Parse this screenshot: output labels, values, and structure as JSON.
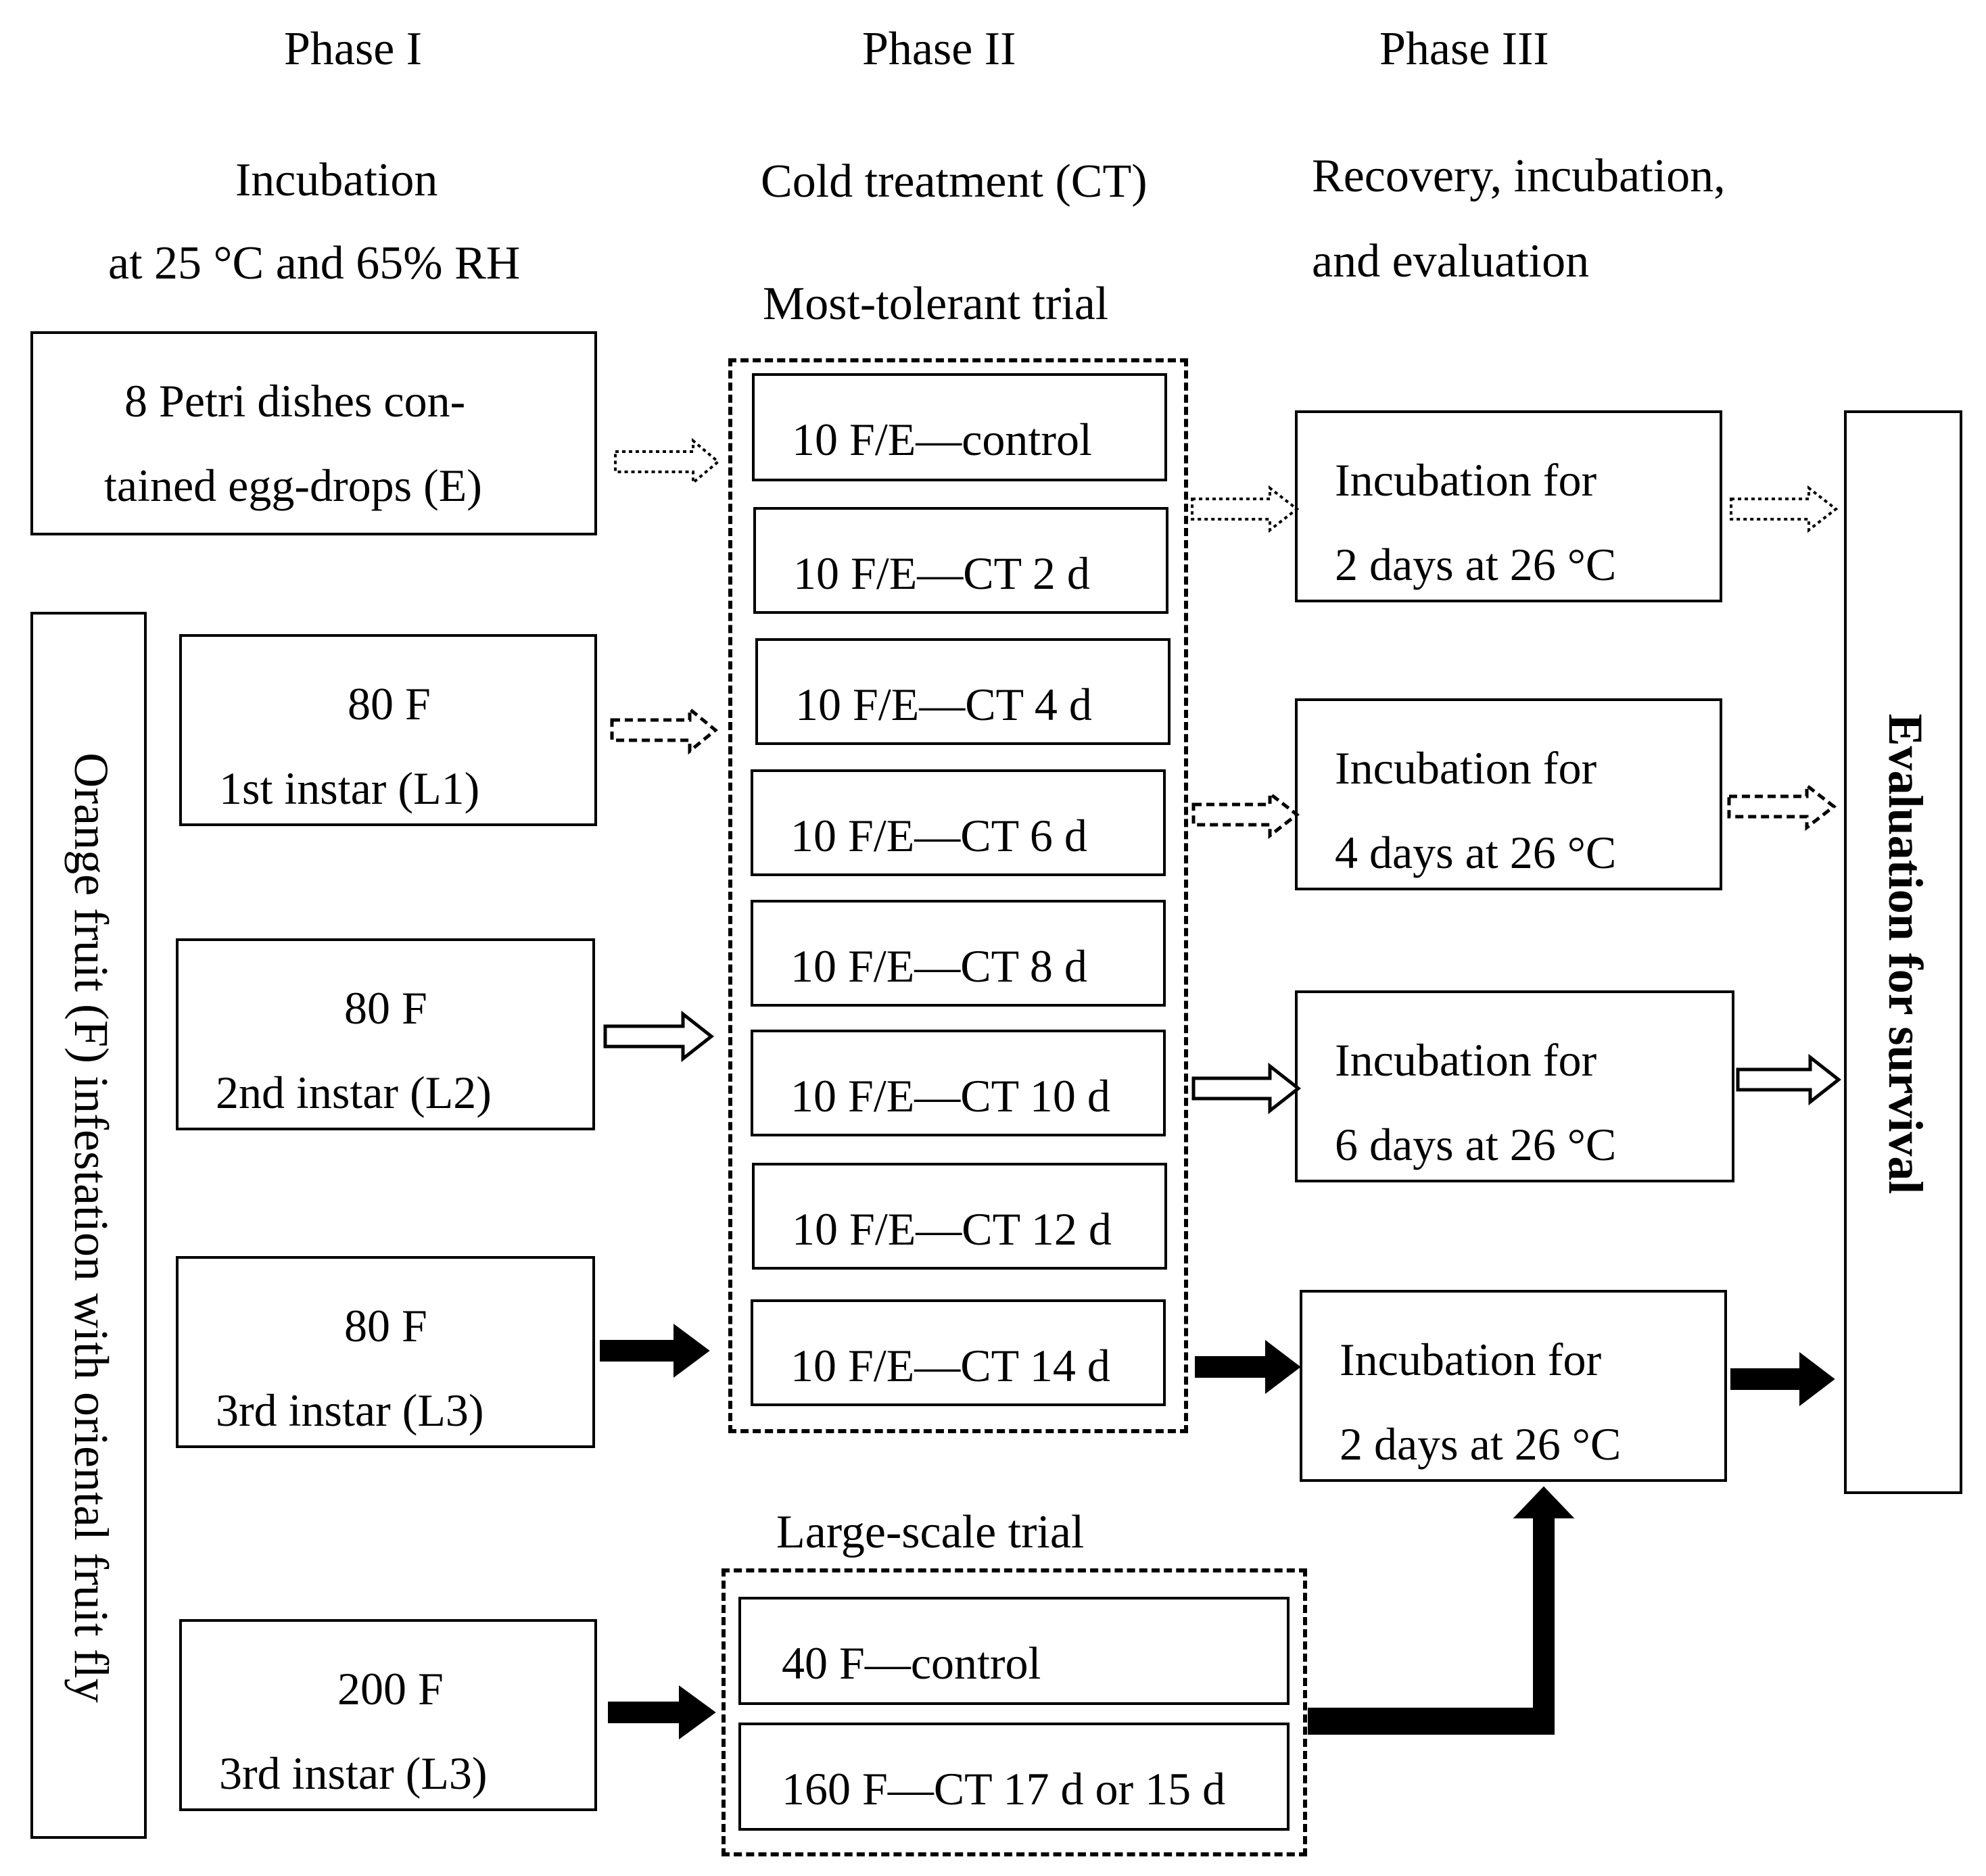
{
  "headers": {
    "phase1": "Phase I",
    "phase2": "Phase II",
    "phase3": "Phase III"
  },
  "subheaders": {
    "p1_line1": "Incubation",
    "p1_line2": "at 25 °C and 65% RH",
    "p2_line1": "Cold treatment (CT)",
    "p3_line1": "Recovery, incubation,",
    "p3_line2": "and evaluation"
  },
  "phase1": {
    "eggs_line1": "8 Petri dishes con-",
    "eggs_line2": "tained egg-drops (E)",
    "l1_line1": "80 F",
    "l1_line2": "1st instar (L1)",
    "l2_line1": "80 F",
    "l2_line2": "2nd instar (L2)",
    "l3_line1": "80 F",
    "l3_line2": "3rd instar (L3)",
    "large_line1": "200 F",
    "large_line2": "3rd instar (L3)",
    "side_label": "Orange fruit (F) infestation with oriental fruit fly"
  },
  "phase2": {
    "most_tolerant_title": "Most-tolerant trial",
    "treatments": [
      "10 F/E—control",
      "10 F/E—CT 2 d",
      "10 F/E—CT 4 d",
      "10 F/E—CT 6 d",
      "10 F/E—CT 8 d",
      "10 F/E—CT 10 d",
      "10 F/E—CT 12 d",
      "10 F/E—CT 14 d"
    ],
    "large_scale_title": "Large-scale trial",
    "large_treatments": [
      "40 F—control",
      "160 F—CT 17 d or 15 d"
    ]
  },
  "phase3": {
    "incubations": [
      {
        "line1": "Incubation for",
        "line2": "2 days at 26 °C"
      },
      {
        "line1": "Incubation for",
        "line2": "4 days at 26 °C"
      },
      {
        "line1": "Incubation for",
        "line2": "6 days at 26 °C"
      },
      {
        "line1": "Incubation for",
        "line2": "2 days at 26 °C"
      }
    ],
    "evaluation_label": "Evaluation for survival"
  }
}
